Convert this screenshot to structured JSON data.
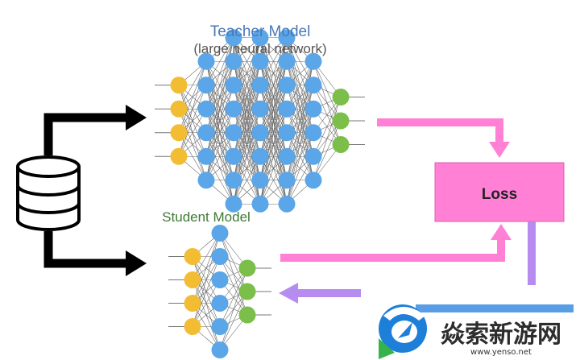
{
  "teacher": {
    "title": "Teacher Model",
    "subtitle": "(large neural network)",
    "layers": [
      4,
      6,
      8,
      8,
      8,
      6,
      3
    ]
  },
  "student": {
    "title": "Student Model",
    "layers": [
      4,
      6,
      3
    ]
  },
  "loss": {
    "label": "Loss"
  },
  "colors": {
    "input_node": "#f2bd33",
    "hidden_node": "#5aa6e8",
    "output_node": "#7bbf4a",
    "data_arrow": "#000000",
    "loss_box": "#ff80d5",
    "loss_arrow": "#ff80d5",
    "feedback_arrow": "#b78cf0"
  },
  "icons": {
    "dataset": "database-icon"
  },
  "watermark": {
    "text": "焱索新游网",
    "url": "www.yenso.net"
  }
}
